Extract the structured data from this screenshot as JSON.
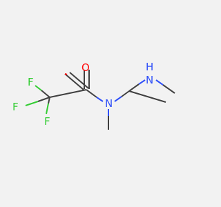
{
  "structure": {
    "atoms": {
      "f_top": "F",
      "f_left": "F",
      "f_bottom": "F",
      "o": "O",
      "n_amide": "N",
      "n_amine": "N",
      "h_amine": "H"
    },
    "colors": {
      "background": "#f2f2f2",
      "carbon_bond": "#404040",
      "fluorine": "#33cc33",
      "oxygen": "#ff0d0d",
      "nitrogen": "#3050f8"
    }
  }
}
